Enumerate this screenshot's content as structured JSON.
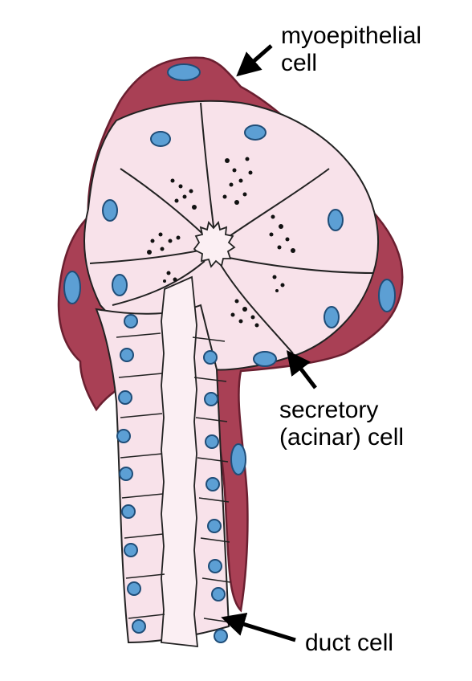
{
  "labels": {
    "myoepithelial": {
      "line1": "myoepithelial",
      "line2": "cell"
    },
    "secretory": {
      "line1": "secretory",
      "line2": "(acinar) cell"
    },
    "duct": {
      "line1": "duct cell"
    }
  },
  "colors": {
    "myoepithelial_fill": "#a94055",
    "cell_fill": "#f8e2ea",
    "nucleus_fill": "#5c9fd4",
    "outline": "#222222",
    "granule": "#111111",
    "background": "#ffffff"
  },
  "icons": {
    "pointer": "arrow-icon"
  }
}
